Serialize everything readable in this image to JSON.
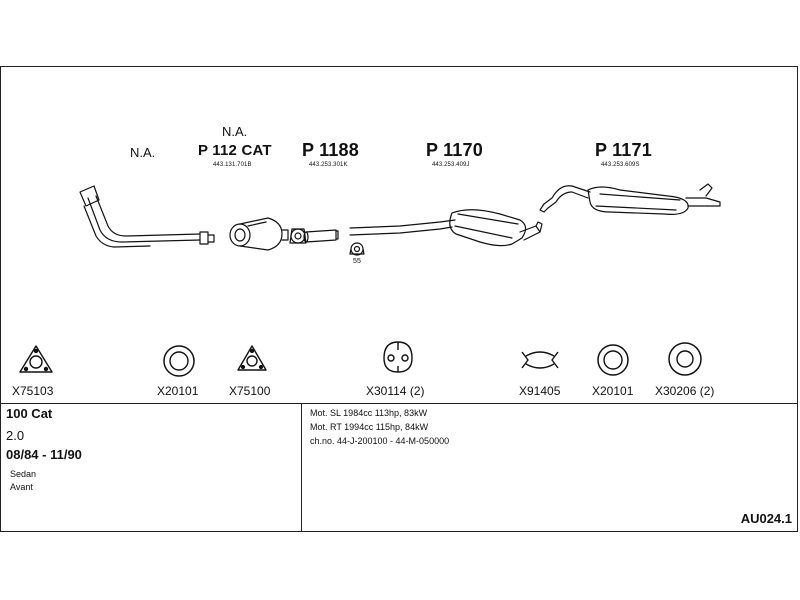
{
  "upper_parts": [
    {
      "label_top": "",
      "part_no": "N.A.",
      "oem": ""
    },
    {
      "label_top": "N.A.",
      "part_no": "P 112 CAT",
      "oem": "443.131.701B"
    },
    {
      "label_top": "",
      "part_no": "P 1188",
      "oem": "443.253.301K"
    },
    {
      "label_top": "",
      "part_no": "P 1170",
      "oem": "443.253.409J"
    },
    {
      "label_top": "",
      "part_no": "P 1171",
      "oem": "443.253.609S"
    }
  ],
  "hanger_number": "55",
  "lower_parts": [
    {
      "code": "X75103"
    },
    {
      "code": "X20101"
    },
    {
      "code": "X75100"
    },
    {
      "code": "X30114 (2)"
    },
    {
      "code": "X91405"
    },
    {
      "code": "X20101"
    },
    {
      "code": "X30206 (2)"
    }
  ],
  "vehicle": {
    "model": "100 Cat",
    "engine": "2.0",
    "dates": "08/84 - 11/90",
    "body_types": [
      "Sedan",
      "Avant"
    ]
  },
  "notes": [
    "Mot. SL 1984cc 113hp, 83kW",
    "Mot. RT 1994cc 115hp, 84kW",
    "ch.no. 44-J-200100 - 44-M-050000"
  ],
  "reference": "AU024.1"
}
